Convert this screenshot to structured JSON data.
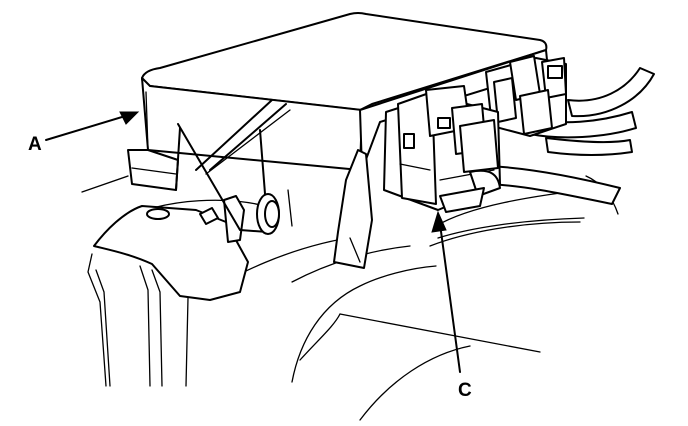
{
  "callouts": {
    "a": {
      "label": "A",
      "target": "control-unit"
    },
    "c": {
      "label": "C",
      "target": "connector"
    }
  }
}
